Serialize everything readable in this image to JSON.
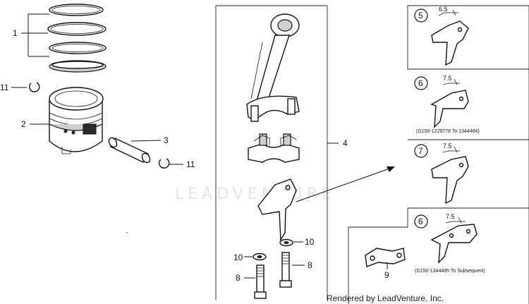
{
  "callouts": {
    "rings": "1",
    "piston": "2",
    "pin": "3",
    "rod_assembly": "4",
    "clip_top": "11",
    "clip_bottom": "11",
    "washer_upper": "10",
    "washer_lower": "10",
    "bolt_left": "8",
    "bolt_right": "8",
    "plate": "9"
  },
  "variants": [
    {
      "num": "5",
      "dim": "6.5",
      "note": ""
    },
    {
      "num": "6",
      "dim": "7.5",
      "note": "(G150-1229778 To 1344484)"
    },
    {
      "num": "7",
      "dim": "7.5",
      "note": ""
    },
    {
      "num": "6",
      "dim": "7.5",
      "note": "(G150-1344485 To Subsequent)"
    }
  ],
  "watermark": "LEADVENTURE",
  "credit": "Rendered by LeadVenture, Inc."
}
